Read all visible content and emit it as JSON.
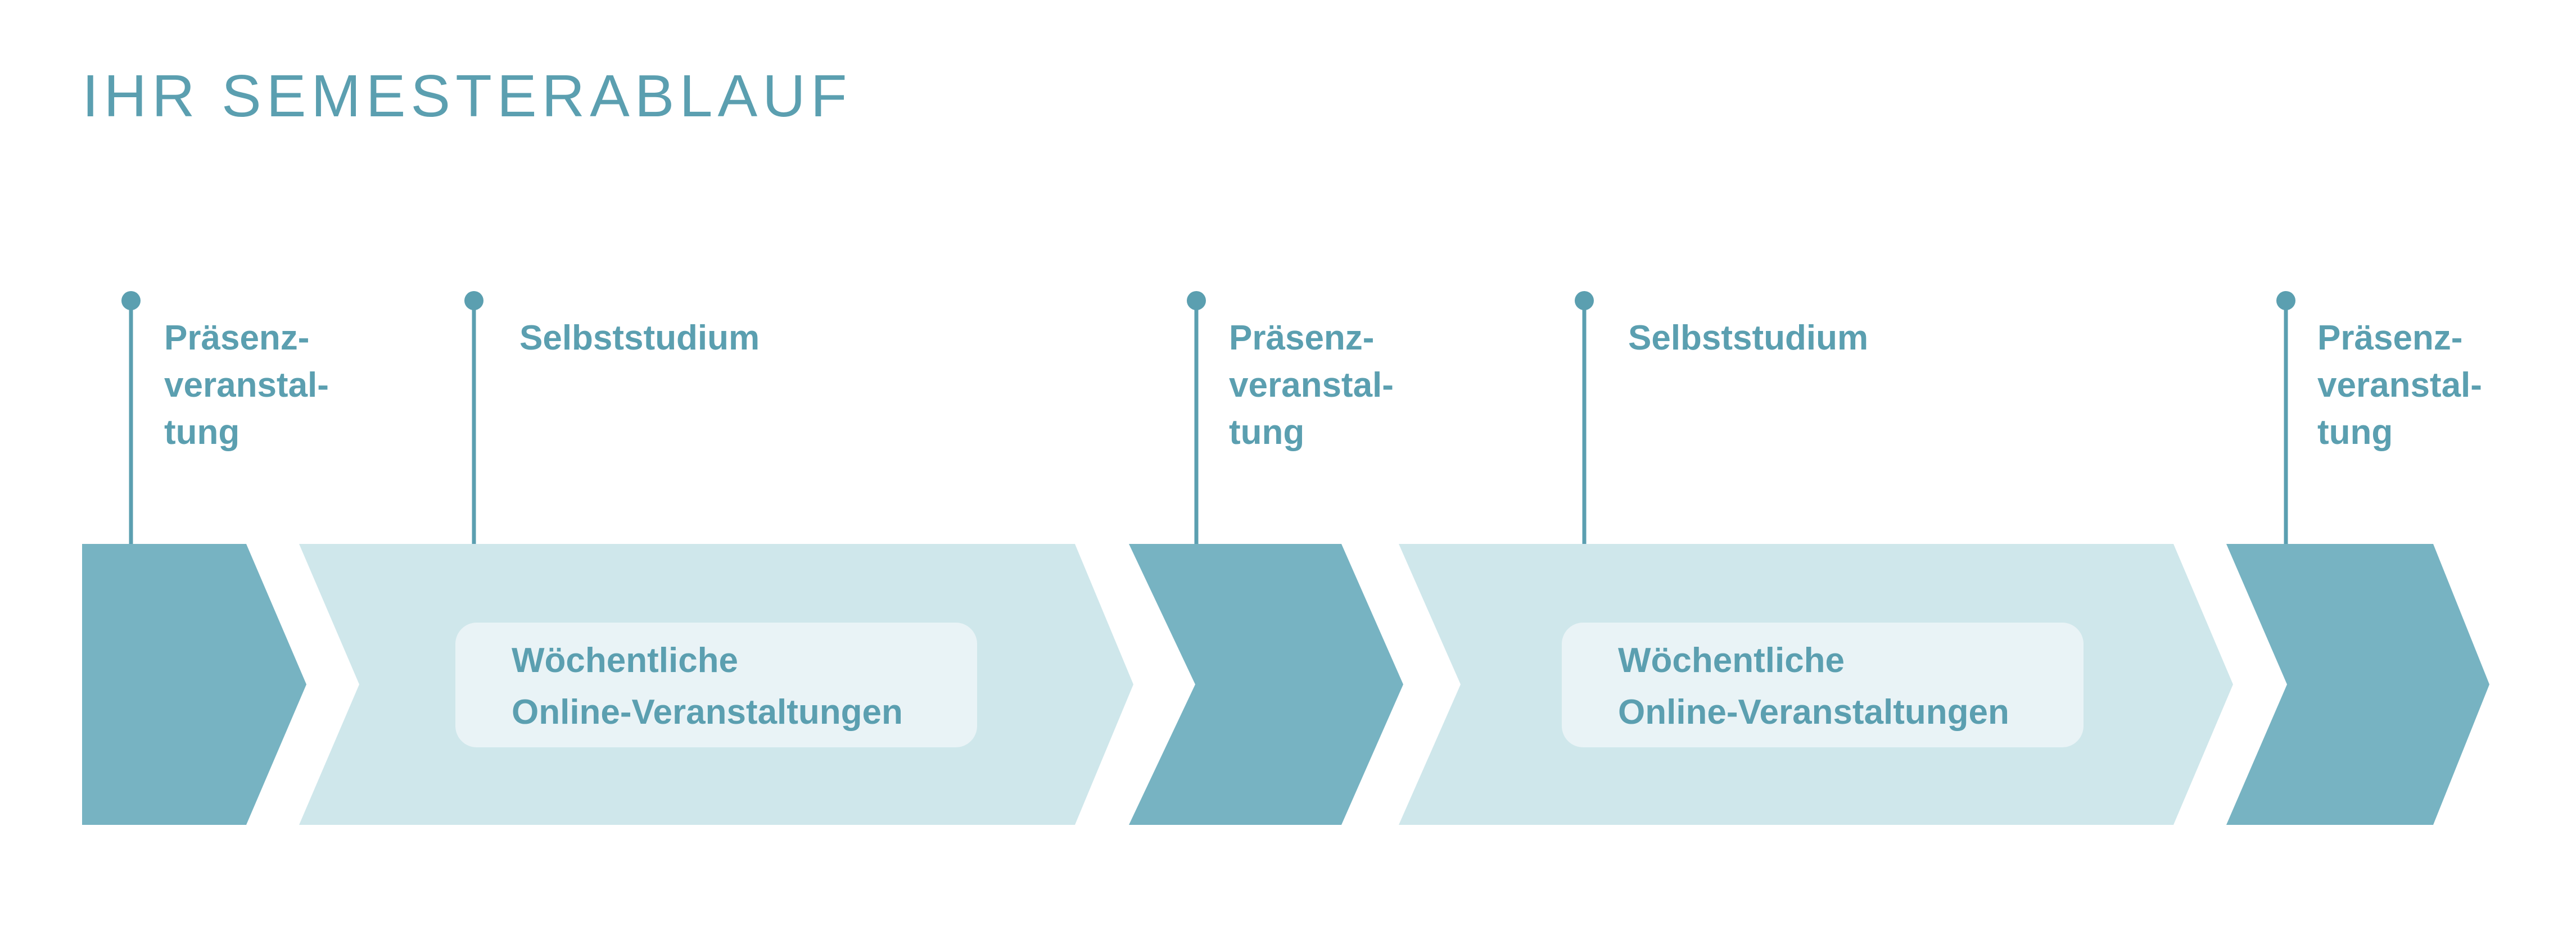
{
  "title": "IHR SEMESTERABLAUF",
  "colors": {
    "accent": "#5b9fb0",
    "phase_presence": "#77b3c2",
    "phase_self_study": "#cfe7eb",
    "info_box": "#e9f3f6",
    "background": "#ffffff"
  },
  "markers": [
    {
      "lines": [
        "Präsenz-",
        "veranstal-",
        "tung"
      ]
    },
    {
      "lines": [
        "Selbststudium"
      ]
    },
    {
      "lines": [
        "Präsenz-",
        "veranstal-",
        "tung"
      ]
    },
    {
      "lines": [
        "Selbststudium"
      ]
    },
    {
      "lines": [
        "Präsenz-",
        "veranstal-",
        "tung"
      ]
    }
  ],
  "info_boxes": [
    {
      "lines": [
        "Wöchentliche",
        "Online-Veranstaltungen"
      ]
    },
    {
      "lines": [
        "Wöchentliche",
        "Online-Veranstaltungen"
      ]
    }
  ]
}
